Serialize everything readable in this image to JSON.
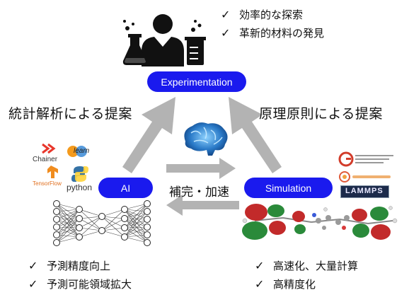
{
  "experimentation": {
    "label": "Experimentation",
    "points": [
      "効率的な探索",
      "革新的材料の発見"
    ]
  },
  "ai": {
    "label": "AI",
    "points": [
      "予測精度向上",
      "予測可能領域拡大"
    ],
    "logos": {
      "chainer": "Chainer",
      "tensorflow": "TensorFlow",
      "python": "python",
      "learn": "learn"
    }
  },
  "simulation": {
    "label": "Simulation",
    "points": [
      "高速化、大量計算",
      "高精度化"
    ],
    "logo_lammps": "LAMMPS"
  },
  "left_label": "統計解析による提案",
  "right_label": "原理原則による提案",
  "middle_label": "補完・加速",
  "check_mark": "✓",
  "colors": {
    "pill": "#1a1aee",
    "arrow": "#b3b3b3",
    "brain": "#2a7ac8"
  }
}
